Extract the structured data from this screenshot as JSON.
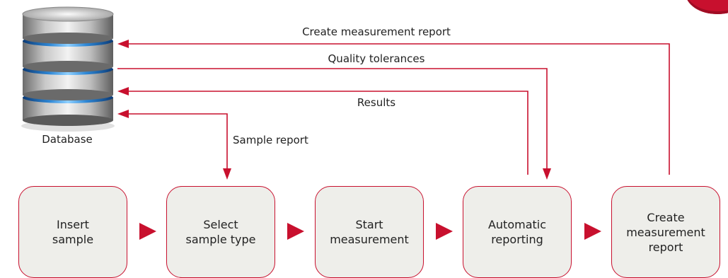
{
  "colors": {
    "accent": "#c8102e",
    "box_fill": "#eeeeea",
    "text": "#222222"
  },
  "database": {
    "icon": "database-icon",
    "label": "Database"
  },
  "connections": {
    "create_measurement_report": "Create measurement report",
    "quality_tolerances": "Quality tolerances",
    "results": "Results",
    "sample_report": "Sample report"
  },
  "steps": [
    {
      "label": "Insert\nsample"
    },
    {
      "label": "Select\nsample type"
    },
    {
      "label": "Start\nmeasurement"
    },
    {
      "label": "Automatic\nreporting"
    },
    {
      "label": "Create\nmeasurement\nreport"
    }
  ]
}
